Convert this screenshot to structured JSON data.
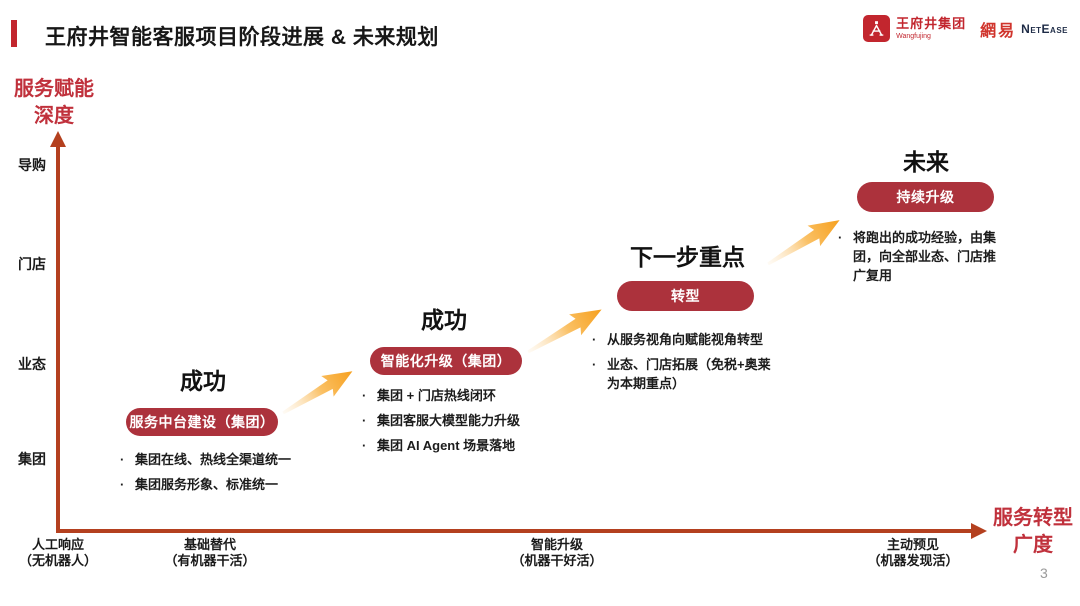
{
  "header": {
    "title": "王府井智能客服项目阶段进展 & 未来规划",
    "logos": {
      "wangfujing_name": "王府井集团",
      "wangfujing_sub": "Wangfujing",
      "netease_cn": "網易",
      "netease_en": "NetEase"
    }
  },
  "axes": {
    "y_title_line1": "服务赋能",
    "y_title_line2": "深度",
    "y_labels": [
      "导购",
      "门店",
      "业态",
      "集团"
    ],
    "x_labels": [
      {
        "line1": "人工响应",
        "line2": "（无机器人）"
      },
      {
        "line1": "基础替代",
        "line2": "（有机器干活）"
      },
      {
        "line1": "智能升级",
        "line2": "（机器干好活）"
      },
      {
        "line1": "主动预见",
        "line2": "（机器发现活）"
      }
    ],
    "x_title_line1": "服务转型",
    "x_title_line2": "广度"
  },
  "stages": [
    {
      "header": "成功",
      "badge": "服务中台建设（集团）",
      "bullets": [
        "集团在线、热线全渠道统一",
        "集团服务形象、标准统一"
      ]
    },
    {
      "header": "成功",
      "badge": "智能化升级（集团）",
      "bullets": [
        "集团 + 门店热线闭环",
        "集团客服大模型能力升级",
        "集团 AI Agent 场景落地"
      ]
    },
    {
      "header": "下一步重点",
      "badge": "转型",
      "bullets": [
        "从服务视角向赋能视角转型",
        "业态、门店拓展（免税+奥莱为本期重点）"
      ]
    },
    {
      "header": "未来",
      "badge": "持续升级",
      "bullets": [
        "将跑出的成功经验，由集团，向全部业态、门店推广复用"
      ]
    }
  ],
  "page_number": "3",
  "colors": {
    "accent_red": "#c2262e",
    "pill_red": "#ac323c",
    "axis_rust": "#b4401f",
    "axis_label_red": "#c0313c",
    "arrow_orange": "#f6a01e",
    "netease_navy": "#1f2c47"
  }
}
